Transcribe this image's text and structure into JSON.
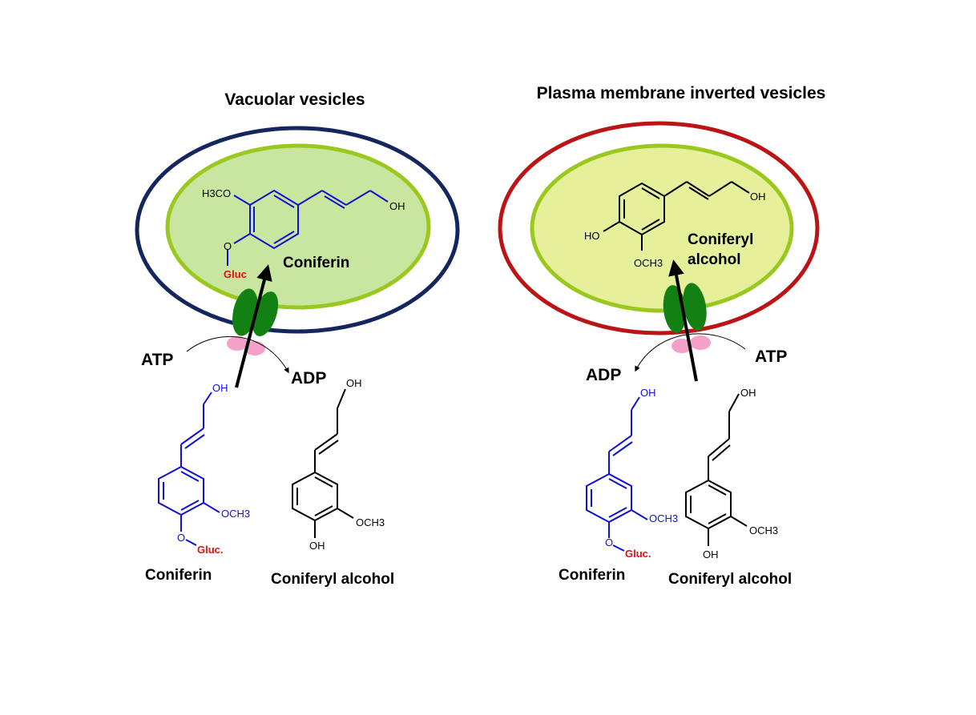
{
  "colors": {
    "vacuole_outer": "#14265e",
    "plasma_outer": "#bb1414",
    "inner_ring": "#9ac81e",
    "vacuole_fill": "#c8e6a0",
    "plasma_fill": "#e6f09b",
    "transporter": "#138013",
    "atp_site": "#f5a0c8",
    "coniferin_structure": "#1010d0",
    "gluc_label": "#e01010"
  },
  "left_panel": {
    "title": "Vacuolar vesicles",
    "inside_molecule_name": "Coniferin",
    "inside_atoms": {
      "methoxy": "H3CO",
      "hydroxyl": "OH",
      "oxygen": "O",
      "gluc": "Gluc"
    },
    "atp": "ATP",
    "adp": "ADP",
    "outside": {
      "coniferin_label": "Coniferin",
      "coniferin_atoms": {
        "hydroxyl": "OH",
        "methoxy": "OCH3",
        "oxygen": "O",
        "gluc": "Gluc."
      },
      "alcohol_label": "Coniferyl alcohol",
      "alcohol_atoms": {
        "hydroxyl_top": "OH",
        "methoxy": "OCH3",
        "hydroxyl_bottom": "OH"
      }
    }
  },
  "right_panel": {
    "title": "Plasma membrane inverted vesicles",
    "inside_molecule_name_line1": "Coniferyl",
    "inside_molecule_name_line2": "alcohol",
    "inside_atoms": {
      "hydroxyl_top": "OH",
      "hydroxyl_left": "HO",
      "methoxy": "OCH3"
    },
    "atp": "ATP",
    "adp": "ADP",
    "outside": {
      "coniferin_label": "Coniferin",
      "coniferin_atoms": {
        "hydroxyl": "OH",
        "methoxy": "OCH3",
        "oxygen": "O",
        "gluc": "Gluc."
      },
      "alcohol_label": "Coniferyl alcohol",
      "alcohol_atoms": {
        "hydroxyl_top": "OH",
        "methoxy": "OCH3",
        "hydroxyl_bottom": "OH"
      }
    }
  }
}
